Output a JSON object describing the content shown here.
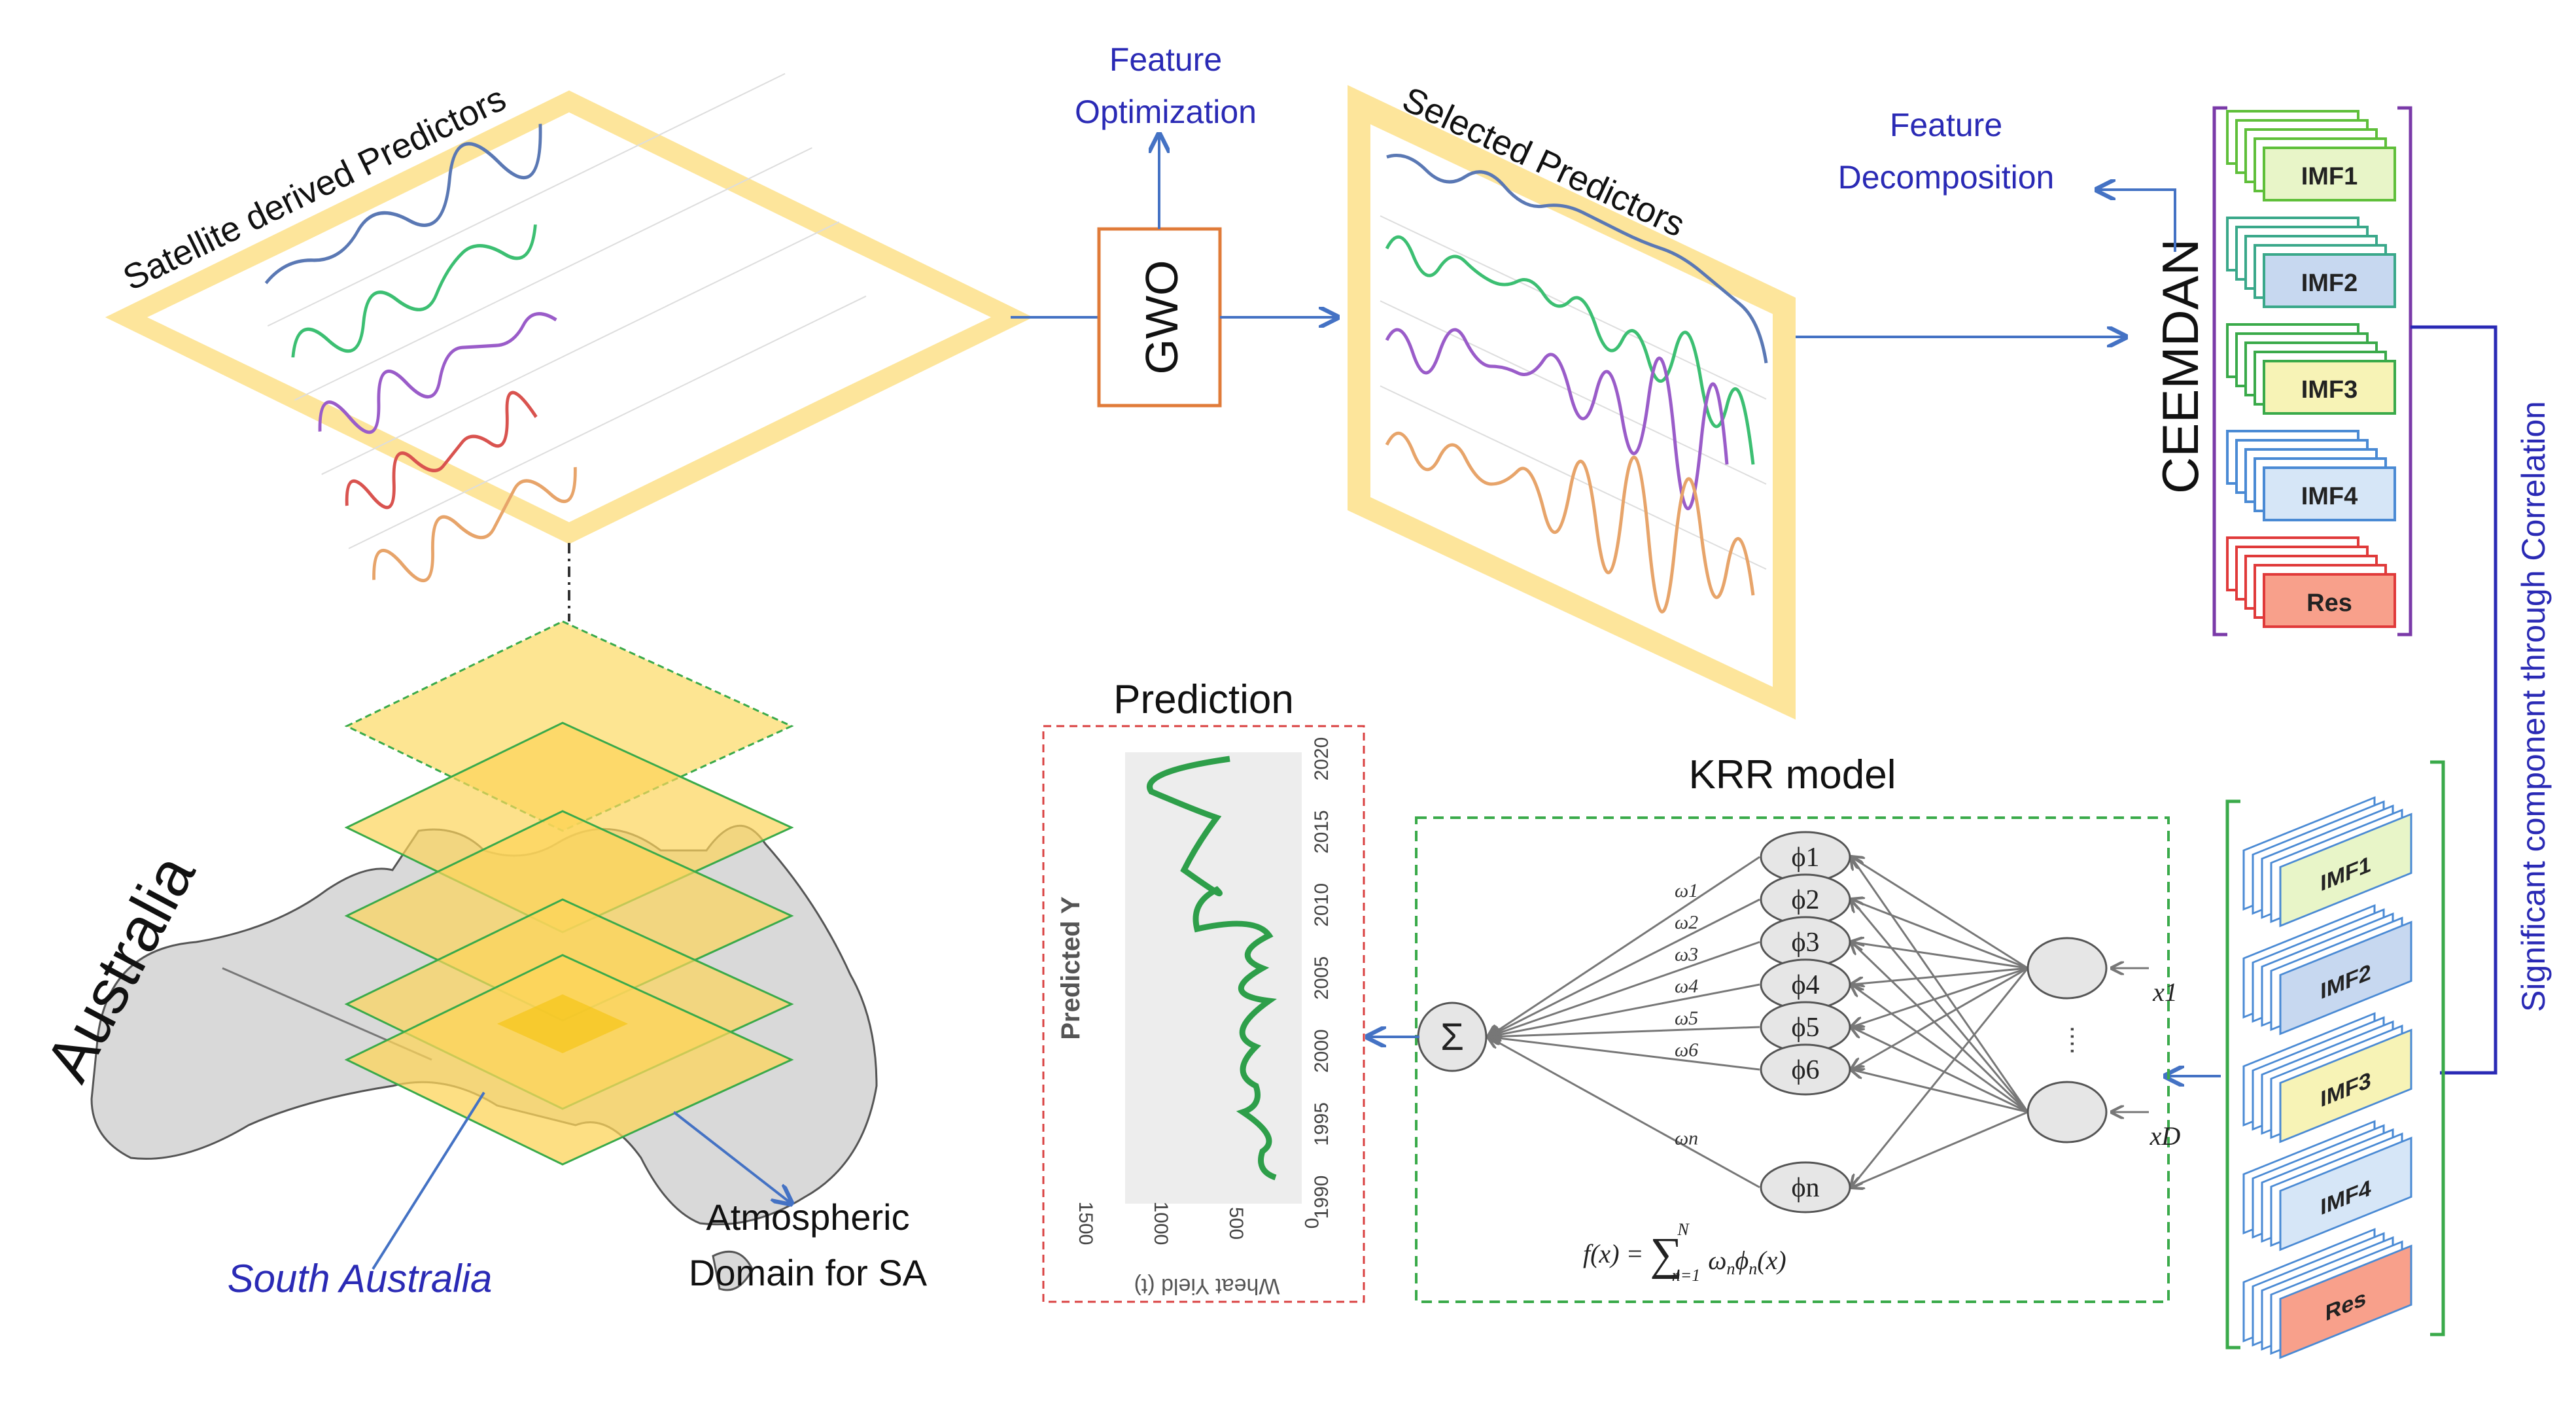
{
  "labels": {
    "satellite_predictors": "Satellite derived Predictors",
    "feature_optimization_1": "Feature",
    "feature_optimization_2": "Optimization",
    "gwo": "GWO",
    "selected_predictors": "Selected Predictors",
    "feature_decomposition_1": "Feature",
    "feature_decomposition_2": "Decomposition",
    "ceemdan": "CEEMDAN",
    "significant_component": "Significant component through Correlation",
    "australia": "Australia",
    "south_australia": "South Australia",
    "atmospheric_1": "Atmospheric",
    "atmospheric_2": "Domain for SA",
    "prediction": "Prediction",
    "krr_model": "KRR model"
  },
  "imf_stack_right": [
    "IMF1",
    "IMF2",
    "IMF3",
    "IMF4",
    "Res"
  ],
  "imf_stack_bottom": [
    "IMF1",
    "IMF2",
    "IMF3",
    "IMF4",
    "Res"
  ],
  "krr": {
    "sum_symbol": "Σ",
    "phi_nodes": [
      "ϕ1",
      "ϕ2",
      "ϕ3",
      "ϕ4",
      "ϕ5",
      "ϕ6",
      "ϕn"
    ],
    "weights": [
      "ω1",
      "ω2",
      "ω3",
      "ω4",
      "ω5",
      "ω6",
      "ωn"
    ],
    "inputs": [
      "x1",
      "xD"
    ],
    "ellipsis": "....",
    "formula": "f(x) = Σ_{n=1}^{N} ω_n ϕ_n(x)"
  },
  "prediction_chart": {
    "ylabel": "Predicted Y",
    "xlabel": "Wheat Yield (t)",
    "year_ticks": [
      "2020",
      "2015",
      "2010",
      "2005",
      "2000",
      "1995",
      "1990"
    ],
    "yield_ticks": [
      "1500",
      "1000",
      "500",
      "0"
    ]
  },
  "colors": {
    "frame_yellow": "#fde59b",
    "layer_fill": "#fcd45a",
    "arrow_blue": "#4472c4",
    "text_blue": "#2a2ab5",
    "gwo_border": "#e07b39",
    "krr_border": "#3aaa4a",
    "pred_border": "#d94040",
    "curve_blue": "#5a78b4",
    "curve_green": "#3cbf72",
    "curve_purple": "#9a5cc9",
    "curve_red": "#d9534f",
    "curve_orange": "#e7a46a",
    "imf1": "#e8f5c8",
    "imf2": "#c7d8f0",
    "imf3": "#f7f3b6",
    "imf4": "#d6e6f7",
    "res": "#f8a08b"
  }
}
